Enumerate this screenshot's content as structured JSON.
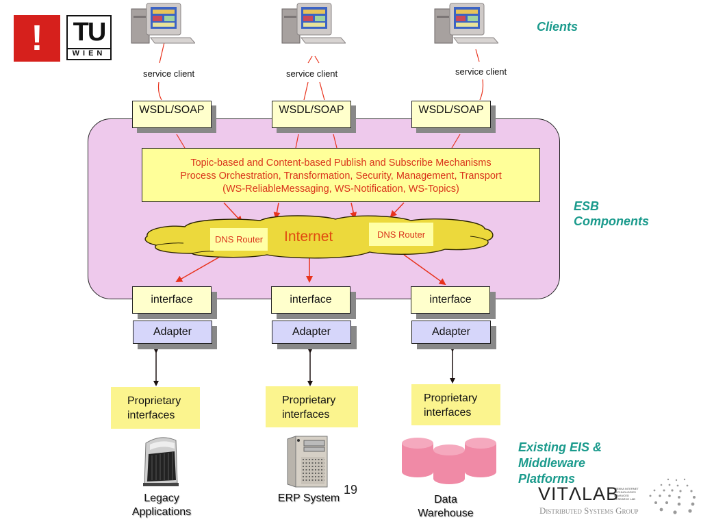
{
  "logos": {
    "tu_wien": {
      "top": "TU",
      "bottom": "WIEN",
      "mark": "!"
    },
    "vitalab": {
      "name": "VITΛLAB",
      "tagline_lines": [
        "VIENNA INTERNET",
        "TECHNOLOGIES",
        "ADVANCED",
        "RESEARCH LAB"
      ],
      "group": "Distributed Systems Group"
    }
  },
  "section_labels": {
    "clients": "Clients",
    "esb_components": [
      "ESB",
      "Components"
    ],
    "existing_eis": [
      "Existing EIS &",
      "Middleware",
      "Platforms"
    ]
  },
  "clients": [
    {
      "label": "service client",
      "protocol": "WSDL/SOAP"
    },
    {
      "label": "service client",
      "protocol": "WSDL/SOAP"
    },
    {
      "label": "service client",
      "protocol": "WSDL/SOAP"
    }
  ],
  "esb": {
    "mechanisms": [
      "Topic-based and Content-based Publish and Subscribe Mechanisms",
      "Process Orchestration, Transformation, Security, Management, Transport",
      "(WS-ReliableMessaging, WS-Notification, WS-Topics)"
    ],
    "cloud_label": "Internet",
    "routers": [
      "DNS Router",
      "DNS Router"
    ]
  },
  "endpoints": [
    {
      "interface": "interface",
      "adapter": "Adapter",
      "proprietary": [
        "Proprietary",
        "interfaces"
      ],
      "system": [
        "Legacy",
        "Applications"
      ]
    },
    {
      "interface": "interface",
      "adapter": "Adapter",
      "proprietary": [
        "Proprietary",
        "interfaces"
      ],
      "system": [
        "ERP System"
      ]
    },
    {
      "interface": "interface",
      "adapter": "Adapter",
      "proprietary": [
        "Proprietary",
        "interfaces"
      ],
      "system": [
        "Data",
        "Warehouse"
      ]
    }
  ],
  "page_number": "19",
  "colors": {
    "esb_bg": "#eec9ec",
    "box_yellow": "#ffffcc",
    "adapter_blue": "#d6d6fa",
    "prop_yellow": "#fbf48e",
    "cloud_yellow": "#ecd93c",
    "arrow_red": "#e8321c",
    "teal": "#1a9a8c",
    "db_pink": "#f08aa6",
    "tu_red": "#d6201c"
  }
}
